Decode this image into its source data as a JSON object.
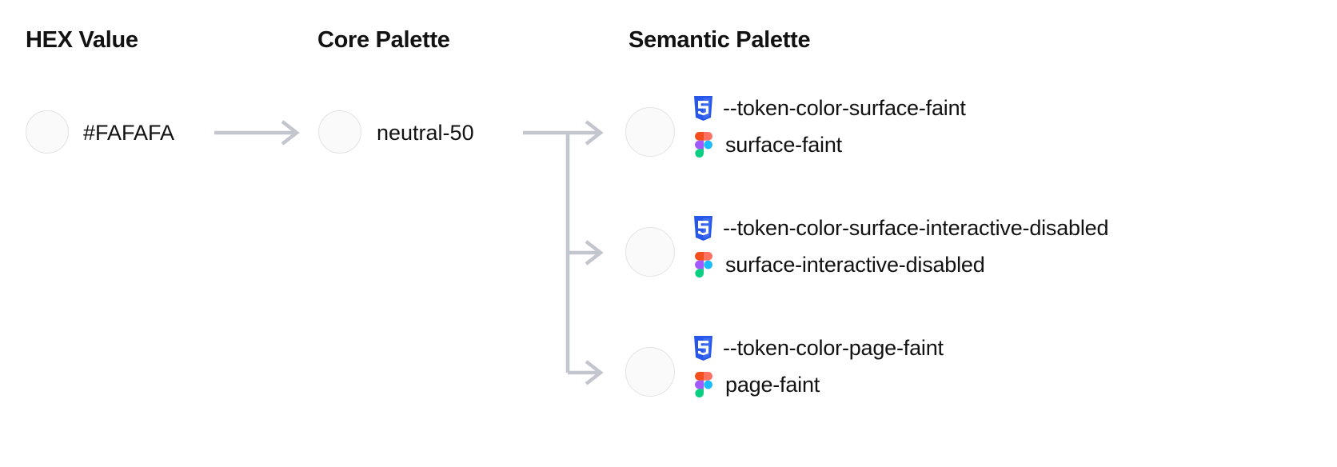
{
  "columns": {
    "hex": "HEX Value",
    "core": "Core Palette",
    "semantic": "Semantic Palette"
  },
  "hex": {
    "swatch_color": "#FAFAFA",
    "value": "#FAFAFA"
  },
  "core": {
    "swatch_color": "#FAFAFA",
    "value": "neutral-50"
  },
  "semantic": {
    "swatch_color": "#FAFAFA",
    "tokens": [
      {
        "css_icon": "css3-icon",
        "css_name": "--token-color-surface-faint",
        "figma_icon": "figma-icon",
        "figma_name": "surface-faint"
      },
      {
        "css_icon": "css3-icon",
        "css_name": "--token-color-surface-interactive-disabled",
        "figma_icon": "figma-icon",
        "figma_name": "surface-interactive-disabled"
      },
      {
        "css_icon": "css3-icon",
        "css_name": "--token-color-page-faint",
        "figma_icon": "figma-icon",
        "figma_name": "page-faint"
      }
    ]
  },
  "connectors": {
    "arrow_color": "#C3C6CE",
    "description": "hex-to-core arrow and core-to-semantic branching tree with three arrowheads"
  },
  "theme": {
    "background": "#FFFFFF",
    "text_color": "#121212",
    "swatch_border": "#E3E3E6",
    "css_icon_color": "#2757E8",
    "figma_red": "#F24E1E",
    "figma_orange": "#FF7262",
    "figma_purple": "#A259FF",
    "figma_blue": "#1ABCFE",
    "figma_green": "#0ACF83"
  }
}
